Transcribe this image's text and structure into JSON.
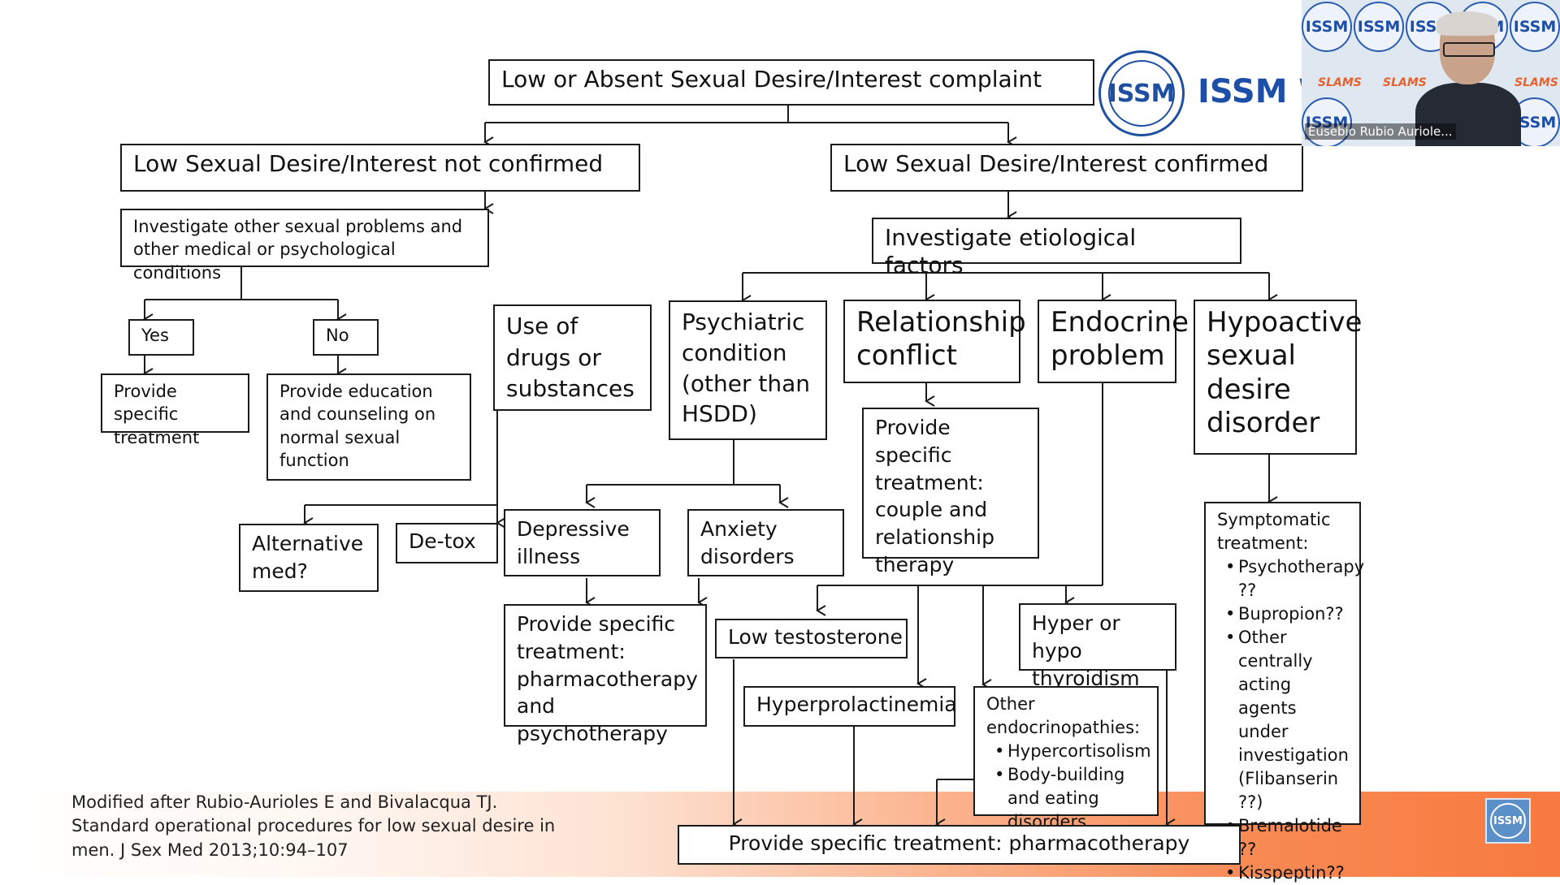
{
  "nodes": {
    "complaint": "Low or Absent Sexual Desire/Interest complaint",
    "not_confirmed": "Low Sexual Desire/Interest not confirmed",
    "confirmed": "Low Sexual Desire/Interest confirmed",
    "investigate_other_line1": "Investigate other sexual problems and",
    "investigate_other_line2": "other medical or psychological conditions",
    "etiological_line1": "Investigate etiological",
    "etiological_line2": "factors",
    "yes": "Yes",
    "no": "No",
    "provide_specific_treatment": "Provide specific treatment",
    "provide_education": "Provide  education and counseling on normal sexual function",
    "drugs": "Use of drugs or substances",
    "psychiatric": "Psychiatric condition (other than HSDD)",
    "relationship": "Relationship conflict",
    "endocrine": "Endocrine problem",
    "hypoactive": "Hypoactive sexual desire disorder",
    "couple_therapy": "Provide specific treatment: couple and relationship therapy",
    "alternative_med": "Alternative med?",
    "detox": "De-tox",
    "depressive": "Depressive illness",
    "anxiety": "Anxiety disorders",
    "pharma_psycho": "Provide specific treatment: pharmacotherapy and psychotherapy",
    "low_testosterone": "Low testosterone",
    "thyroid": "Hyper or hypo thyroidism",
    "hyperprolactinemia": "Hyperprolactinemia",
    "other_endo_title": "Other endocrinopathies:",
    "other_endo_items": [
      "Hypercortisolism",
      "Body-building and eating disorders"
    ],
    "symptomatic_title": "Symptomatic treatment:",
    "symptomatic_items": [
      "Psychotherapy ??",
      "Bupropion??",
      "Other centrally acting agents under investigation (Flibanserin ??)",
      "Bremalotide ??",
      "Kisspeptin??"
    ],
    "pharmacotherapy": "Provide specific treatment: pharmacotherapy"
  },
  "citation": {
    "line1": "Modified after Rubio-Aurioles E and Bivalacqua TJ.",
    "line2": "Standard operational procedures for low sexual desire in",
    "line3": "men. J Sex Med 2013;10:94–107"
  },
  "branding": {
    "logo_text": "ISSM",
    "logo_wordmark": "ISSM W",
    "corner_logo_text": "ISSM"
  },
  "webcam": {
    "name": "Eusebio Rubio Auriole...",
    "tile_logo_text": "ISSM",
    "tile_slams_text": "SLAMS"
  },
  "colors": {
    "footer_accent": "#f77a3f",
    "issm_blue": "#1d4ea8"
  }
}
